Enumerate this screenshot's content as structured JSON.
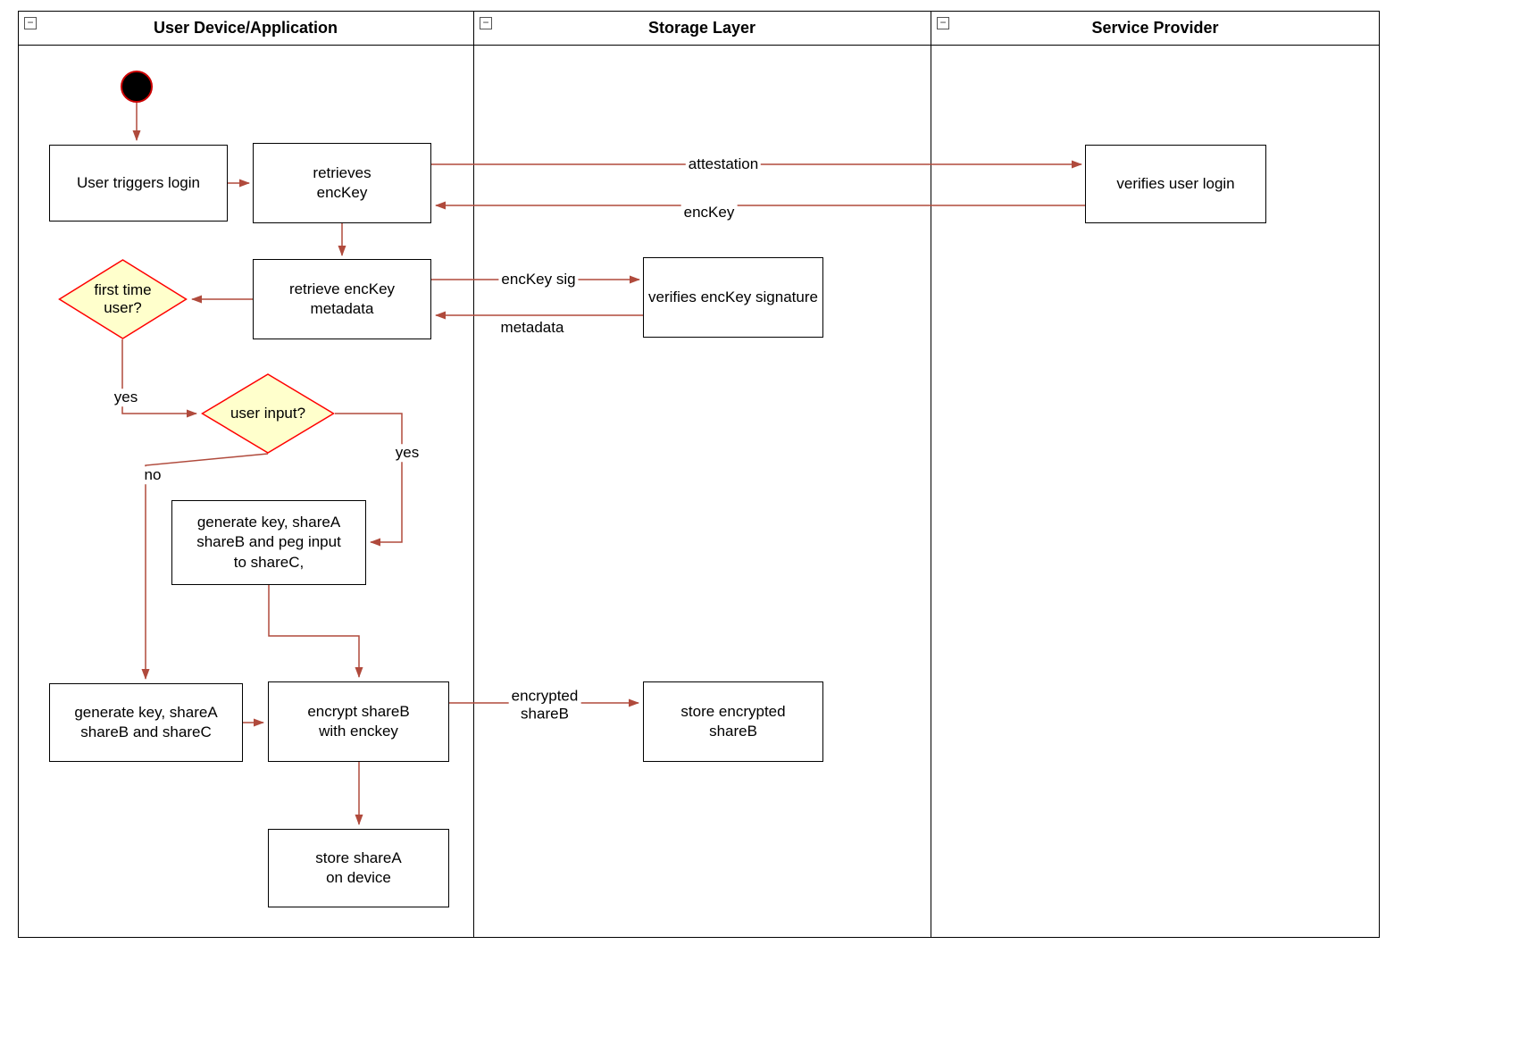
{
  "colors": {
    "edge": "#B04A3C",
    "diamond_fill": "#FFFFCC",
    "diamond_border": "#FF0000",
    "node_border": "#000000",
    "start_fill": "#000000",
    "start_ring": "#CC0000"
  },
  "icons": {
    "collapse": "−"
  },
  "lanes": {
    "lane1": {
      "title": "User Device/Application"
    },
    "lane2": {
      "title": "Storage Layer"
    },
    "lane3": {
      "title": "Service Provider"
    }
  },
  "nodes": {
    "user_triggers_login": "User triggers login",
    "retrieves_enckey": "retrieves\nencKey",
    "verifies_user_login": "verifies user login",
    "retrieve_enckey_metadata": "retrieve encKey\nmetadata",
    "verifies_enckey_signature": "verifies encKey signature",
    "first_time_user": "first time\nuser?",
    "user_input": "user input?",
    "generate_key_peg": "generate key, shareA\nshareB and peg input\nto shareC,",
    "generate_key_sharec": "generate key, shareA\nshareB and shareC",
    "encrypt_shareb": "encrypt shareB\nwith enckey",
    "store_encrypted_shareb": "store encrypted\nshareB",
    "store_sharea": "store shareA\non device"
  },
  "edge_labels": {
    "attestation": "attestation",
    "enckey": "encKey",
    "enckey_sig": "encKey sig",
    "metadata": "metadata",
    "first_time_yes": "yes",
    "user_input_yes": "yes",
    "user_input_no": "no",
    "encrypted_shareb": "encrypted\nshareB"
  }
}
